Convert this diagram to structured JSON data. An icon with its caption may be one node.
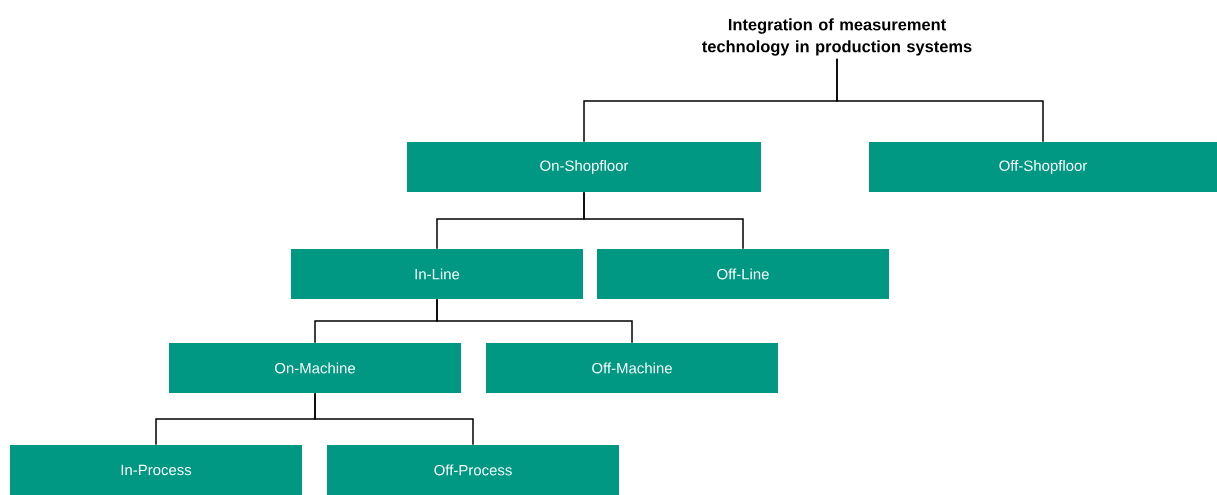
{
  "diagram": {
    "nodes": [
      {
        "text": [
          "Integration of measurement technology in production systems"
        ]
      },
      {
        "text": [
          "On-Shopfloor"
        ]
      },
      {
        "text": [
          "Off-Shopfloor"
        ]
      },
      {
        "text": [
          "In-Line"
        ]
      },
      {
        "text": [
          "Off-Line"
        ]
      },
      {
        "text": [
          "On-Machine"
        ]
      },
      {
        "text": [
          "Off-Machine"
        ]
      },
      {
        "text": [
          "In-Process"
        ]
      },
      {
        "text": [
          "Off-Process"
        ]
      }
    ],
    "edges": [
      {
        "from": 0,
        "to": 1,
        "arrow": "none"
      },
      {
        "from": 0,
        "to": 2,
        "arrow": "none"
      },
      {
        "from": 1,
        "to": 3,
        "arrow": "none"
      },
      {
        "from": 1,
        "to": 4,
        "arrow": "none"
      },
      {
        "from": 3,
        "to": 5,
        "arrow": "none"
      },
      {
        "from": 3,
        "to": 6,
        "arrow": "none"
      },
      {
        "from": 5,
        "to": 7,
        "arrow": "none"
      },
      {
        "from": 5,
        "to": 8,
        "arrow": "none"
      }
    ]
  }
}
